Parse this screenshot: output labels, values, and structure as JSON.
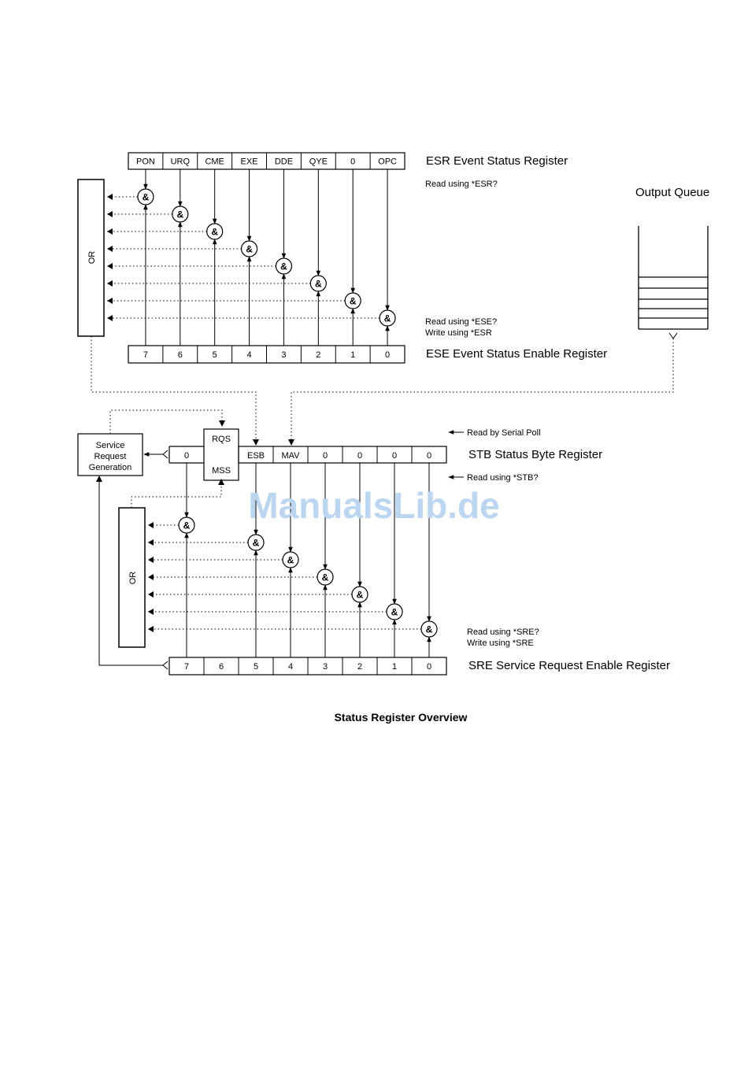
{
  "esr": {
    "bits": [
      "PON",
      "URQ",
      "CME",
      "EXE",
      "DDE",
      "QYE",
      "0",
      "OPC"
    ],
    "title": "ESR  Event  Status Register",
    "read_note": "Read using *ESR?"
  },
  "ese": {
    "bits": [
      "7",
      "6",
      "5",
      "4",
      "3",
      "2",
      "1",
      "0"
    ],
    "title": "ESE  Event Status Enable Register",
    "note_line1": "Read using *ESE?",
    "note_line2": "Write using *ESR"
  },
  "output_queue": {
    "label": "Output Queue"
  },
  "or_label": "OR",
  "and_label": "&",
  "srg": {
    "line1": "Service",
    "line2": "Request",
    "line3": "Generation"
  },
  "rqs": {
    "top": "RQS",
    "bottom": "MSS"
  },
  "stb": {
    "bits": [
      "0",
      "ESB",
      "MAV",
      "0",
      "0",
      "0",
      "0"
    ],
    "title": "STB  Status Byte Register",
    "read_serial": "Read by Serial Poll",
    "read_note": "Read using *STB?"
  },
  "sre": {
    "bits": [
      "7",
      "6",
      "5",
      "4",
      "3",
      "2",
      "1",
      "0"
    ],
    "title": "SRE  Service Request Enable Register",
    "note_line1": "Read using *SRE?",
    "note_line2": "Write using *SRE"
  },
  "caption": "Status Register Overview",
  "watermark": "ManualsLib.de",
  "colors": {
    "ink": "#000000",
    "watermark": "#bcd6f2"
  }
}
